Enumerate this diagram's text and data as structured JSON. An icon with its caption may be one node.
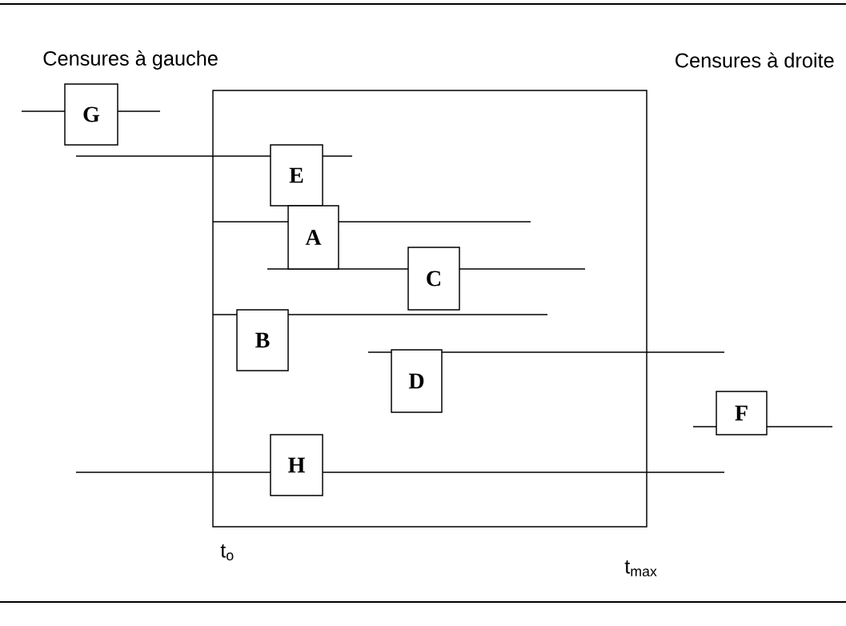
{
  "diagram": {
    "nodes": [
      {
        "text": [],
        "shape": "box"
      },
      {
        "text": [
          "G"
        ]
      },
      {
        "text": [
          "E"
        ],
        "in": 0
      },
      {
        "text": [
          "A"
        ],
        "in": 0
      },
      {
        "text": [
          "C"
        ],
        "in": 0
      },
      {
        "text": [
          "B"
        ],
        "in": 0
      },
      {
        "text": [
          "D"
        ],
        "in": 0
      },
      {
        "text": [
          "F"
        ]
      },
      {
        "text": [
          "H"
        ],
        "in": 0
      }
    ],
    "labels": [
      "Censures à gauche",
      "Censures à droite",
      "t$_{o}$",
      "t$_{max}$"
    ]
  }
}
